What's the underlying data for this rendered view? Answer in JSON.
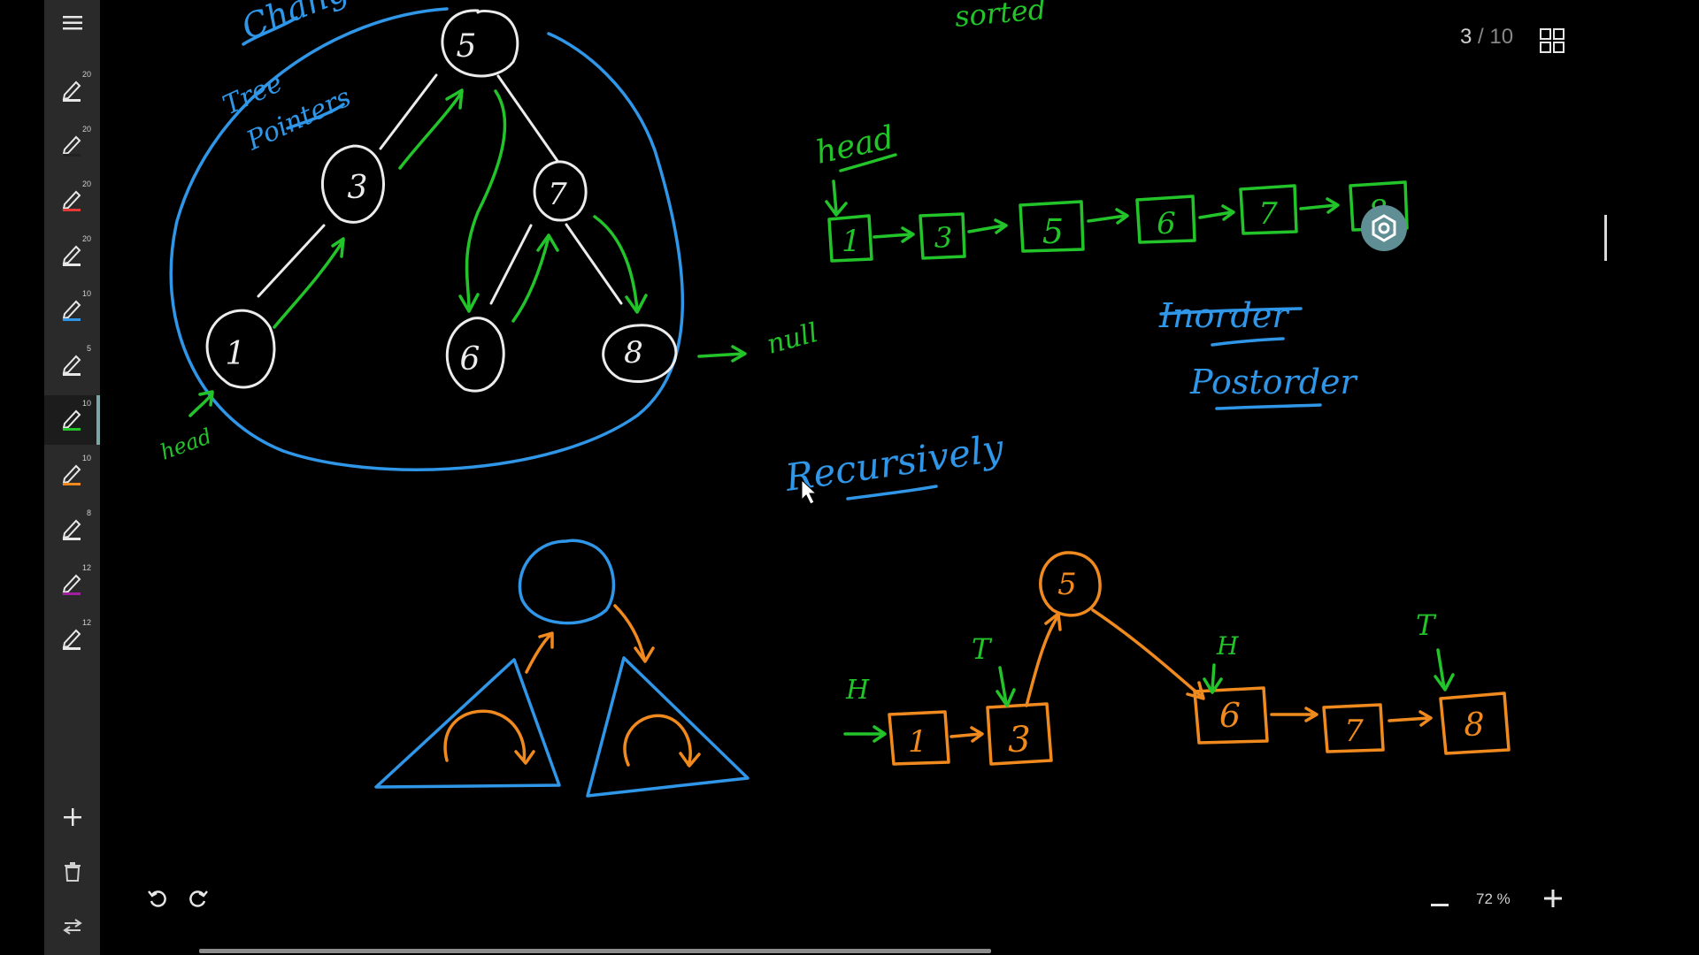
{
  "toolbar": {
    "menu_icon": "hamburger-menu-icon",
    "pens": [
      {
        "size": "20",
        "color": "#e8e8e8",
        "active": false
      },
      {
        "size": "20",
        "color": "#222222",
        "active": false
      },
      {
        "size": "20",
        "color": "#e53935",
        "active": false
      },
      {
        "size": "20",
        "color": "#e8e8e8",
        "active": false
      },
      {
        "size": "10",
        "color": "#2f96e8",
        "active": false
      },
      {
        "size": "5",
        "color": "#e8e8e8",
        "active": false
      },
      {
        "size": "10",
        "color": "#22c42a",
        "active": true
      },
      {
        "size": "10",
        "color": "#f08a1e",
        "active": false
      },
      {
        "size": "8",
        "color": "#e8e8e8",
        "active": false
      },
      {
        "size": "12",
        "color": "#a020a0",
        "active": false
      },
      {
        "size": "12",
        "color": "#e8e8e8",
        "active": false
      }
    ],
    "add_icon": "plus-icon",
    "delete_icon": "trash-icon",
    "swap_icon": "swap-arrows-icon"
  },
  "page": {
    "current": "3",
    "separator": "/",
    "total": "10"
  },
  "zoom": {
    "value": "72 %"
  },
  "board": {
    "tree_top": {
      "nodes": [
        "5",
        "3",
        "7",
        "1",
        "6",
        "8"
      ],
      "labels": {
        "change": "Change",
        "tree": "Tree",
        "pointers": "Pointers",
        "head": "head",
        "null": "null"
      }
    },
    "sorted_label": "sorted",
    "list_top": {
      "head_label": "head",
      "values": [
        "1",
        "3",
        "5",
        "6",
        "7",
        "8"
      ]
    },
    "orders": {
      "inorder": "Inorder",
      "postorder": "Postorder"
    },
    "recursively": "Recursively",
    "list_bottom": {
      "root": "5",
      "values": [
        "1",
        "3",
        "6",
        "7",
        "8"
      ],
      "markers": {
        "H": "H",
        "T": "T"
      }
    }
  },
  "colors": {
    "background": "#000000",
    "toolbar": "#2a2a2a",
    "white_ink": "#ececec",
    "blue_ink": "#2f96e8",
    "green_ink": "#22c42a",
    "orange_ink": "#f08a1e",
    "fab": "#5f8f94"
  }
}
